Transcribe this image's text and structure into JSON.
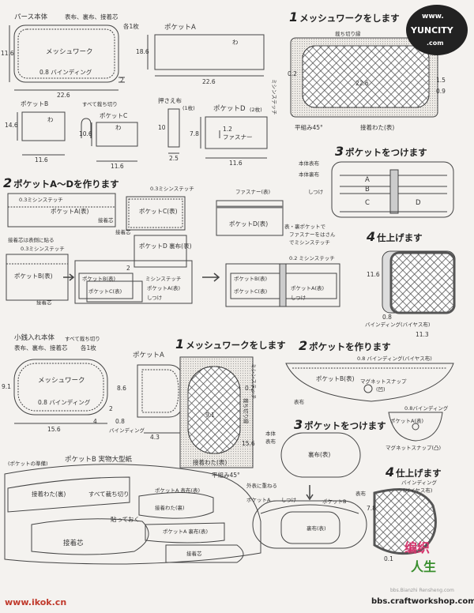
{
  "wallet": {
    "body_title": "パース本体",
    "body_note": "表布、裏布、接着芯",
    "body_count": "各1枚",
    "mesh": "メッシュワーク",
    "binding": "0.8 バインディング",
    "dim_w": "22.6",
    "dim_h": "11.6",
    "dim_corner": "2",
    "pocket_a": "ポケットA",
    "pocket_a_w": "22.6",
    "pocket_a_h": "18.6",
    "wa": "わ",
    "pocket_b": "ポケットB",
    "pocket_b_h": "14.6",
    "all_cutoff": "すべて裁ち切り",
    "pocket_c": "ポケットC",
    "pocket_c_h": "10.6",
    "pocket_bc_w": "11.6",
    "press_cloth": "押さえ布",
    "press_count": "(1枚)",
    "press_h": "10",
    "press_w": "2.5",
    "pocket_d": "ポケットD",
    "pocket_d_count": "(2枚)",
    "pocket_d_h": "7.8",
    "pocket_d_zip": "1.2",
    "zipper": "ファスナー",
    "pocket_d_w": "11.6"
  },
  "steps_wallet": {
    "s1_num": "1",
    "s1": "メッシュワークをします",
    "cut_bias": "裁ち切り縁",
    "machine_stitch": "ミシンステッチ",
    "d02": "0.2",
    "d226": "22.6",
    "d15": "1.5",
    "d09": "0.9",
    "flat45": "平組み45°",
    "padding": "接着わた(表)",
    "s2_num": "2",
    "s2": "ポケットA〜Dを作ります",
    "stitch03": "0.3ミシンステッチ",
    "pocket_a_front": "ポケットA(表)",
    "interfacing": "接着芯",
    "pocket_c_front": "ポケットC(表)",
    "zipper_front": "ファスナー(表)",
    "pocket_d_front": "ポケットD(表)",
    "zip_note1": "表・裏ポケットで",
    "zip_note2": "ファスナーをはさん",
    "zip_note3": "でミシンステッチ",
    "back_fold_note": "接着芯は表側に貼る",
    "pocket_b_front": "ポケットB(表)",
    "pocket_d_back": "ポケットD 裏布(表)",
    "d2": "2",
    "stitch": "ミシンステッチ",
    "pocket_b_sm": "ポケットB(表)",
    "pocket_c_sm": "ポケットC(表)",
    "pocket_a_sm": "ポケットA(表)",
    "shitsuke": "しつけ",
    "stitch02": "0.2 ミシンステッチ",
    "s3_num": "3",
    "s3": "ポケットをつけます",
    "outer": "本体表布",
    "inner": "本体裏布",
    "lbl_a": "A",
    "lbl_b": "B",
    "lbl_c": "C",
    "lbl_d": "D",
    "s4_num": "4",
    "s4": "仕上げます",
    "fin_h": "11.6",
    "fin_bind": "0.8",
    "fin_bind_lbl": "バインディング(バイヤス布)",
    "fin_w": "11.3"
  },
  "coin": {
    "title": "小銭入れ本体",
    "all_cutoff": "すべて裁ち切り",
    "note": "表布、裏布、接着芯",
    "count": "各1枚",
    "mesh": "メッシュワーク",
    "binding": "0.8 バインディング",
    "r": "2",
    "w": "15.6",
    "h": "9.1",
    "pocket_a": "ポケットA",
    "pa_h": "8.6",
    "pa_w": "4.3",
    "pa_d": "0.8",
    "pa_bind": "バインディング",
    "d4": "4",
    "pattern_title": "ポケットB 実物大型紙",
    "pattern_ready": "(ポケットの準備)",
    "padding_back": "接着わた(裏)",
    "all_cut2": "すべて裁ち切り",
    "pa_front_back": "ポケットA 表布(表)",
    "padding_back2": "接着わた(裏)",
    "paste": "貼っておく",
    "interfacing": "接着芯",
    "pa_inner": "ポケットA 裏布(表)",
    "interfacing2": "接着芯"
  },
  "steps_coin": {
    "s1_num": "1",
    "s1": "メッシュワークをします",
    "d02": "0.2",
    "d91": "9.1",
    "machine": "ミシンステッチ",
    "cut_bias": "裁ち切り縁",
    "d156": "15.6",
    "padding": "接着わた(表)",
    "flat45": "平組み45°",
    "s2_num": "2",
    "s2": "ポケットを作ります",
    "bias": "0.8 バインディング(バイヤス布)",
    "pocket_b_front": "ポケットB(表)",
    "magnet": "マグネットスナップ",
    "concave": "(凹)",
    "front_cloth": "表布",
    "bind08": "0.8バインディング",
    "pocket_a_front": "ポケットA(表)",
    "magnet_convex": "マグネットスナップ(凸)",
    "s3_num": "3",
    "s3": "ポケットをつけます",
    "body": "本体",
    "face": "表布",
    "back_cloth": "裏布(表)",
    "overlap": "外表に重ねる",
    "front": "表布",
    "pa": "ポケットA",
    "shitsuke": "しつけ",
    "pb": "ポケットB",
    "inner_back": "裏布(表)",
    "s4_num": "4",
    "s4": "仕上げます",
    "binding": "バインディング",
    "bias_cloth": "(バイヤス布)",
    "d78": "7.8",
    "d01": "0.1"
  },
  "watermarks": {
    "top_right_1": "www.",
    "top_right_2": "YUNCITY",
    "top_right_3": ".com",
    "bottom_left": "www.ikok.cn",
    "bottom_right_logo_1": "编织",
    "bottom_right_logo_2": "人生",
    "bottom_right_small": "bbs.Bianzhi Rensheng.com",
    "bottom_right_url": "bbs.craftworkshop.com"
  }
}
